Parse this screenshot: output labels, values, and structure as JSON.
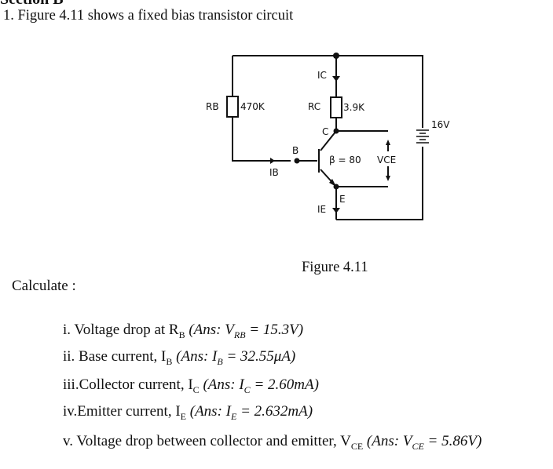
{
  "section_header": "Section B",
  "question": "1. Figure 4.11 shows a fixed bias transistor circuit",
  "figure": {
    "caption": "Figure 4.11",
    "labels": {
      "rb": "RB",
      "rb_value": "470K",
      "rc": "RC",
      "rc_value": "3.9K",
      "ic": "IC",
      "ib": "IB",
      "ie": "IE",
      "c": "C",
      "b": "B",
      "e": "E",
      "beta": "β = 80",
      "vce": "VCE",
      "supply": "16V"
    }
  },
  "calculate_label": "Calculate :",
  "items": [
    {
      "text": "i.  Voltage drop at R",
      "sub": "B",
      "answer": "(Ans: V",
      "answer_sub": "RB",
      "answer_value": " = 15.3V)"
    },
    {
      "text": "ii. Base current, I",
      "sub": "B",
      "answer": "(Ans: I",
      "answer_sub": "B",
      "answer_value": " = 32.55μA)"
    },
    {
      "text": "iii.Collector current, I",
      "sub": "C",
      "answer": "(Ans: I",
      "answer_sub": "C",
      "answer_value": " = 2.60mA)"
    },
    {
      "text": "iv.Emitter current,  I",
      "sub": "E",
      "answer": "(Ans: I",
      "answer_sub": "E",
      "answer_value": " = 2.632mA)"
    },
    {
      "text": "v. Voltage drop between collector and emitter,  V",
      "sub": "CE",
      "answer": "(Ans: V",
      "answer_sub": "CE",
      "answer_value": " = 5.86V)"
    }
  ]
}
